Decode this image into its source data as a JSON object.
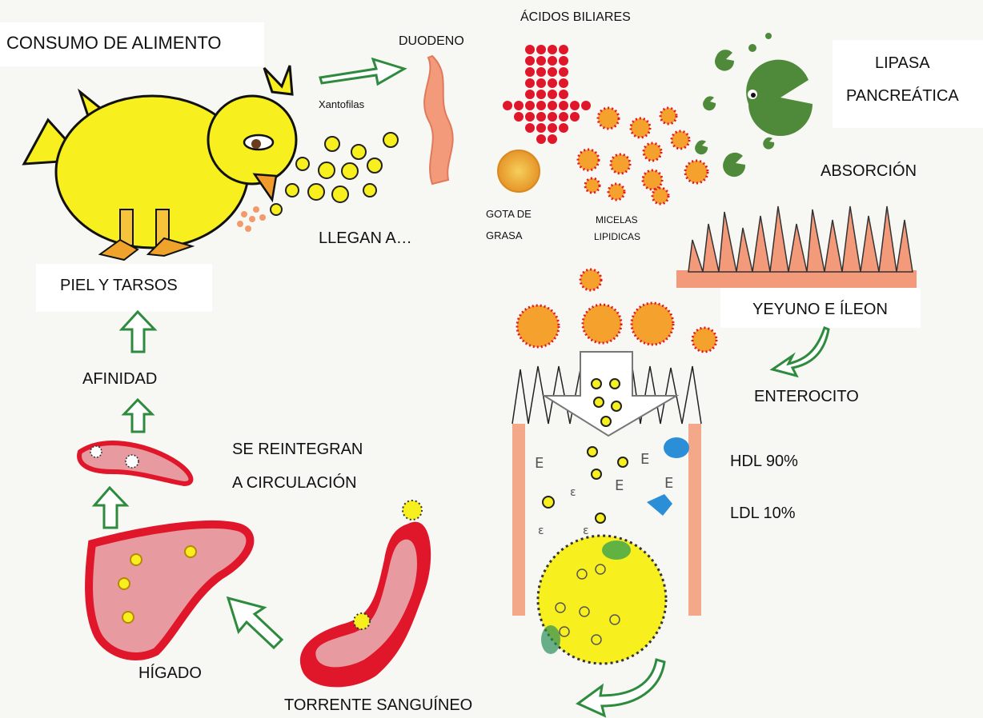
{
  "labels": {
    "consumo": "CONSUMO DE ALIMENTO",
    "duodeno": "DUODENO",
    "acidos": "ÁCIDOS BILIARES",
    "lipasa_1": "LIPASA",
    "lipasa_2": "PANCREÁTICA",
    "xantofilas": "Xantofilas",
    "absorcion": "ABSORCIÓN",
    "gota_1": "GOTA DE",
    "gota_2": "GRASA",
    "micelas_1": "MICELAS",
    "micelas_2": "LIPIDICAS",
    "llegan": "LLEGAN A…",
    "piel": "PIEL Y TARSOS",
    "yeyuno": "YEYUNO E ÍLEON",
    "afinidad": "AFINIDAD",
    "enterocito": "ENTEROCITO",
    "reintegran_1": "SE REINTEGRAN",
    "reintegran_2": "A CIRCULACIÓN",
    "hdl": "HDL 90%",
    "ldl": "LDL 10%",
    "higado": "HÍGADO",
    "torrente": "TORRENTE SANGUÍNEO"
  },
  "colors": {
    "chick": "#f7ef1e",
    "arrow": "#2e8b3e",
    "blood": "#e0162a",
    "liver_fill": "#e79ba1",
    "intestine": "#f29a7a",
    "lipase": "#4f8a3a",
    "micelle": "#f4a12e",
    "hdl": "#2b8fd8"
  }
}
